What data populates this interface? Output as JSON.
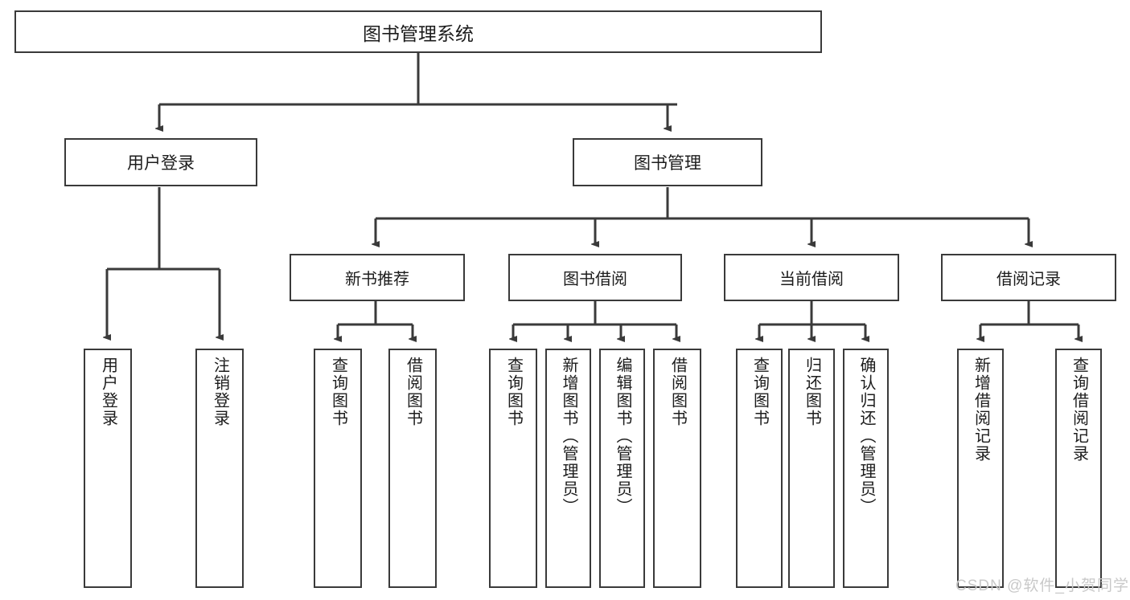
{
  "diagram": {
    "title": "图书管理系统",
    "type": "tree",
    "background_color": "#ffffff",
    "box_border_color": "#3a3a3a",
    "text_color": "#1c1c1c",
    "connector_color": "#3a3a3a"
  },
  "nodes": {
    "root": {
      "label": "图书管理系统"
    },
    "level1": [
      {
        "label": "用户登录"
      },
      {
        "label": "图书管理"
      }
    ],
    "level2": [
      {
        "label": "新书推荐"
      },
      {
        "label": "图书借阅"
      },
      {
        "label": "当前借阅"
      },
      {
        "label": "借阅记录"
      }
    ],
    "leaves": {
      "user_login": [
        {
          "label": "用户登录"
        },
        {
          "label": "注销登录"
        }
      ],
      "new_book_recommend": [
        {
          "label": "查询图书"
        },
        {
          "label": "借阅图书"
        }
      ],
      "book_borrow": [
        {
          "label": "查询图书"
        },
        {
          "label": "新增图书（管理员）"
        },
        {
          "label": "编辑图书（管理员）"
        },
        {
          "label": "借阅图书"
        }
      ],
      "current_borrow": [
        {
          "label": "查询图书"
        },
        {
          "label": "归还图书"
        },
        {
          "label": "确认归还（管理员）"
        }
      ],
      "borrow_record": [
        {
          "label": "新增借阅记录"
        },
        {
          "label": "查询借阅记录"
        }
      ]
    }
  },
  "watermark": {
    "text": "CSDN @软件_小贺同学"
  }
}
